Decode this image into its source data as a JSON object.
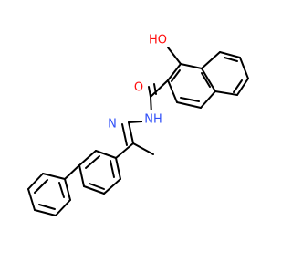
{
  "molecule": {
    "colors": {
      "bond": "#000000",
      "oxygen": "#ff0d0d",
      "nitrogen": "#3050f8",
      "background": "#ffffff"
    },
    "labels": {
      "hydroxyl": "HO",
      "carbonyl_oxygen": "O",
      "amide_nh": "NH",
      "imine_n": "N"
    }
  }
}
